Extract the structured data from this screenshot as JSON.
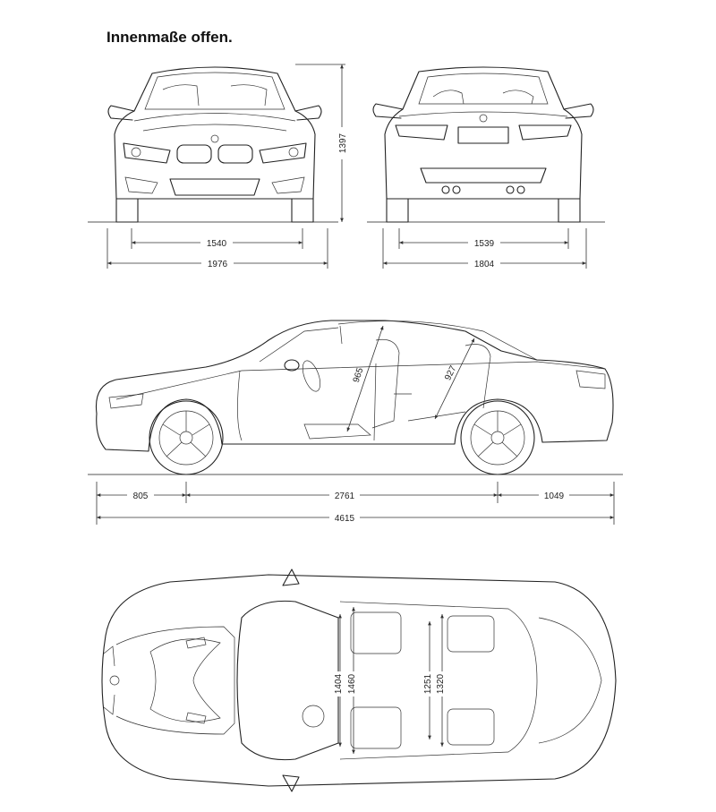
{
  "title": "Innenmaße offen.",
  "dimensions": {
    "front_track": "1540",
    "width_front": "1976",
    "height": "1397",
    "rear_track": "1539",
    "width_rear": "1804",
    "headroom_front": "965",
    "headroom_rear": "927",
    "overhang_front": "805",
    "wheelbase": "2761",
    "overhang_rear": "1049",
    "length": "4615",
    "shoulder_front": "1404",
    "elbow_front": "1460",
    "shoulder_rear": "1251",
    "elbow_rear": "1320"
  },
  "colors": {
    "line": "#222222",
    "background": "#ffffff"
  }
}
